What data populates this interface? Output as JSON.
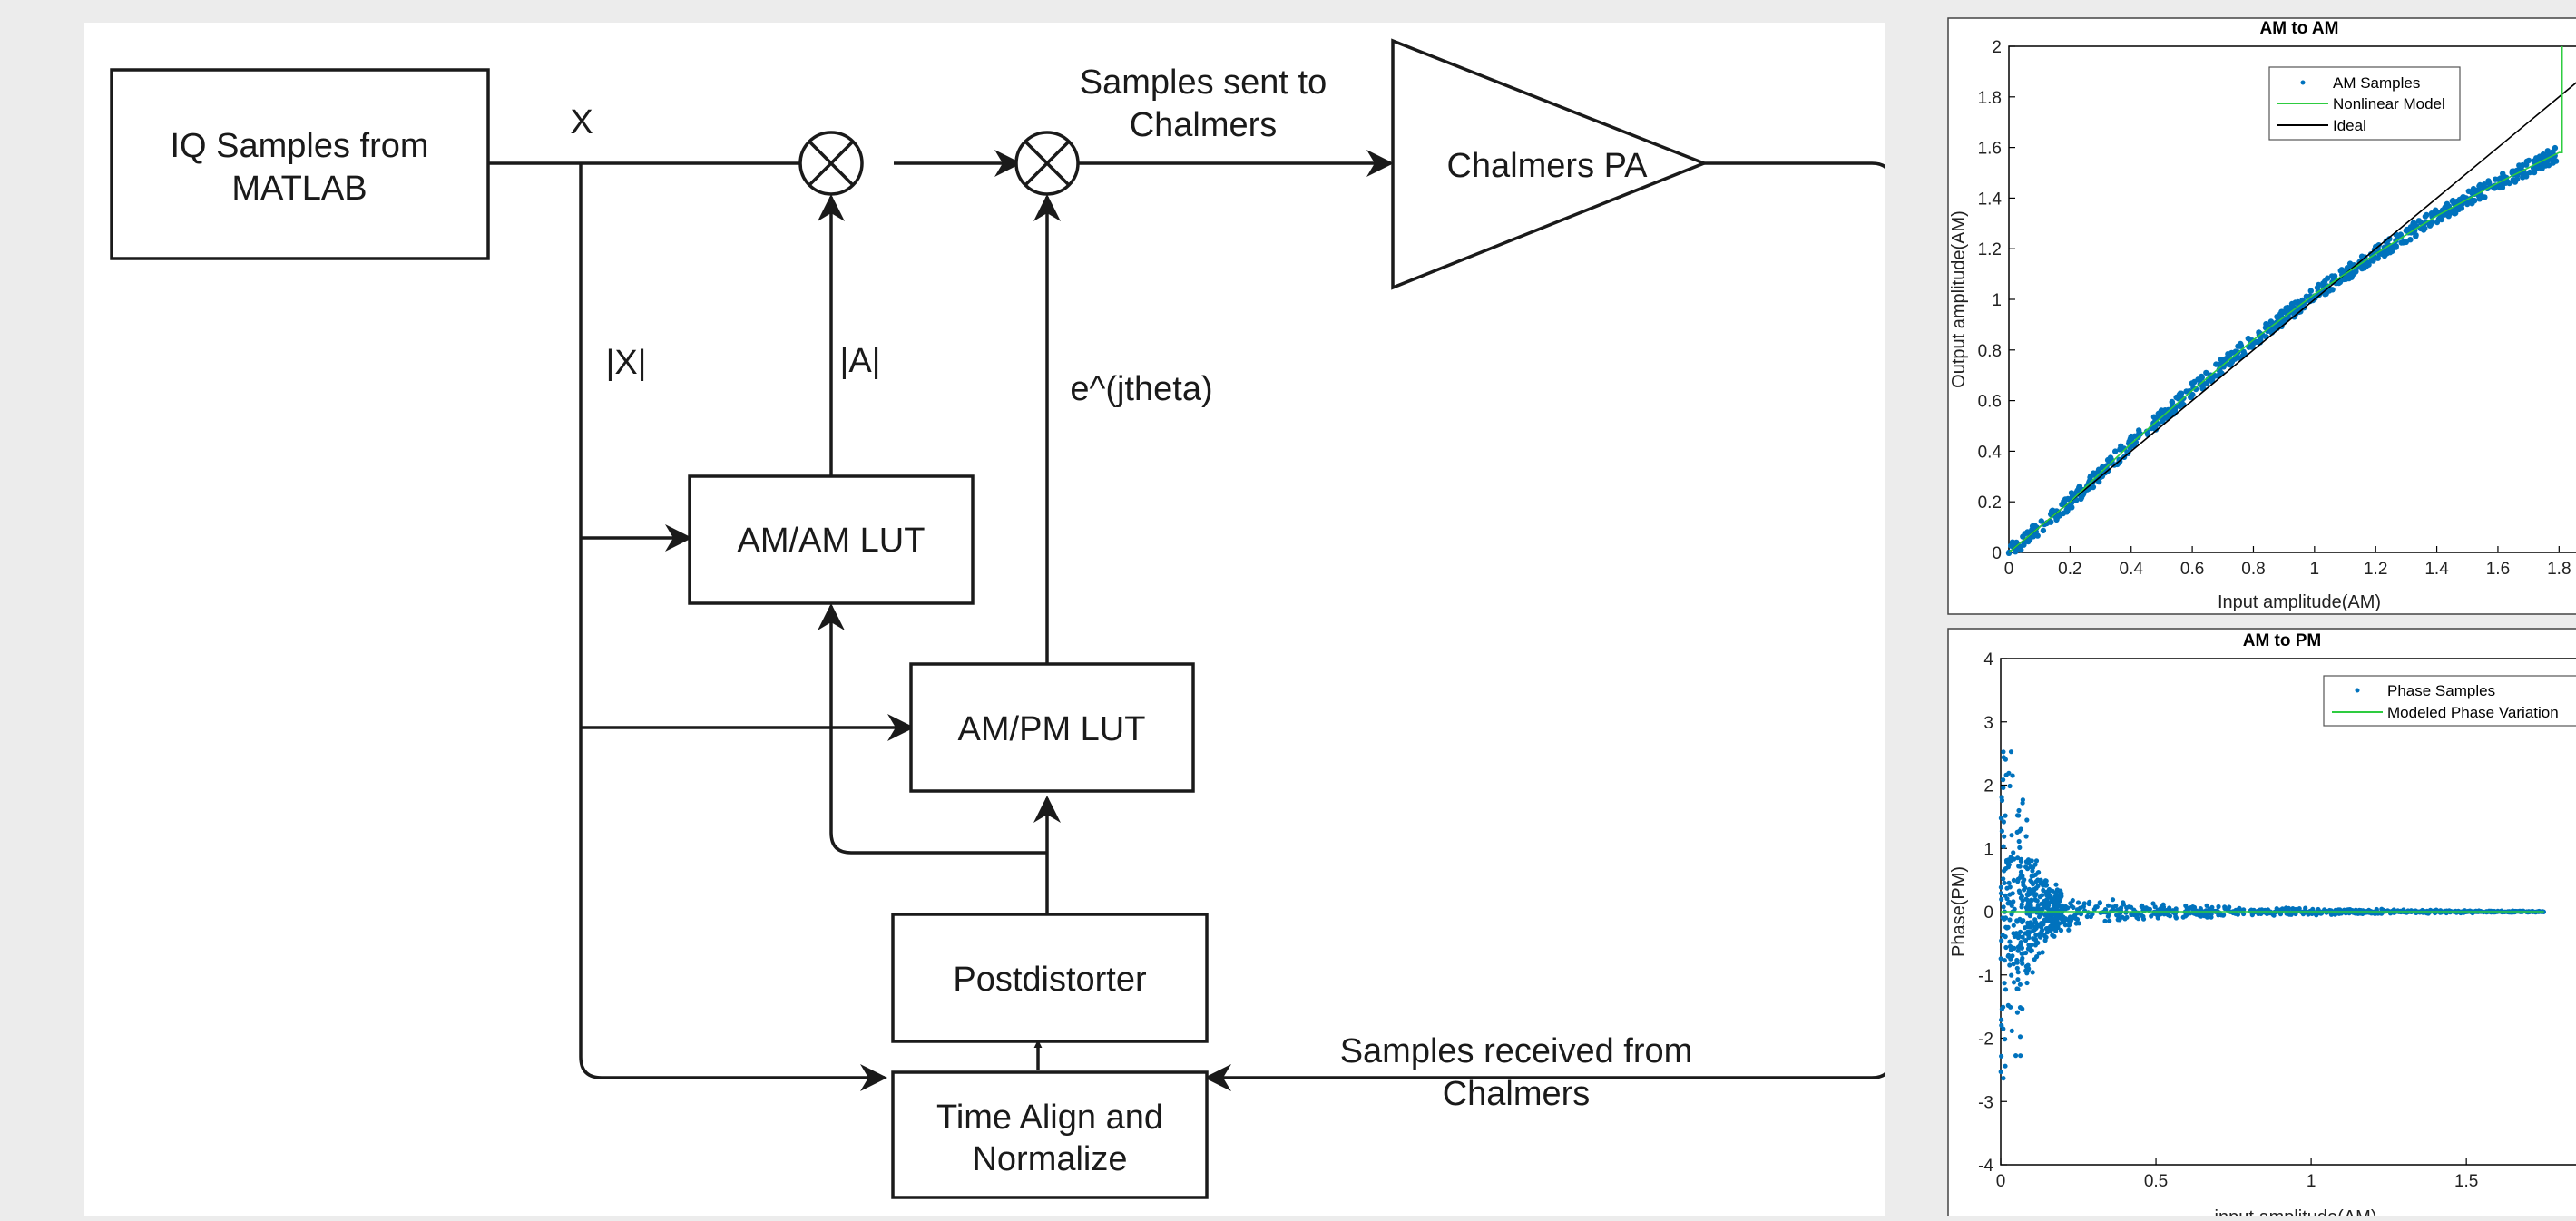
{
  "diagram": {
    "blocks": {
      "iq": [
        "IQ Samples from",
        "MATLAB"
      ],
      "pa": "Chalmers PA",
      "amam": "AM/AM LUT",
      "ampm": "AM/PM LUT",
      "post": "Postdistorter",
      "align": [
        "Time Align and",
        "Normalize"
      ]
    },
    "labels": {
      "x": "X",
      "absx": "|X|",
      "absa": "|A|",
      "ejtheta": "e^(jtheta)",
      "sent": [
        "Samples sent to",
        "Chalmers"
      ],
      "received": [
        "Samples received from",
        "Chalmers"
      ]
    }
  },
  "chart_data": [
    {
      "type": "scatter",
      "title": "AM to AM",
      "xlabel": "Input amplitude(AM)",
      "ylabel": "Output amplitude(AM)",
      "xlim": [
        0,
        1.9
      ],
      "ylim": [
        0,
        2
      ],
      "xticks": [
        "0",
        "0.2",
        "0.4",
        "0.6",
        "0.8",
        "1",
        "1.2",
        "1.4",
        "1.6",
        "1.8"
      ],
      "yticks": [
        "0",
        "0.2",
        "0.4",
        "0.6",
        "0.8",
        "1",
        "1.2",
        "1.4",
        "1.6",
        "1.8",
        "2"
      ],
      "legend_position": "top-right",
      "series": [
        {
          "name": "AM Samples",
          "color": "#0072bd",
          "x": [
            0,
            0.2,
            0.4,
            0.6,
            0.8,
            1.0,
            1.2,
            1.4,
            1.6,
            1.8
          ],
          "y": [
            0,
            0.2,
            0.43,
            0.64,
            0.84,
            1.02,
            1.18,
            1.33,
            1.46,
            1.58
          ]
        },
        {
          "name": "Nonlinear Model",
          "color": "#2ecc40",
          "x": [
            0,
            0.2,
            0.4,
            0.6,
            0.8,
            1.0,
            1.2,
            1.4,
            1.6,
            1.8,
            1.81,
            1.81
          ],
          "y": [
            0,
            0.2,
            0.43,
            0.64,
            0.84,
            1.02,
            1.18,
            1.33,
            1.46,
            1.58,
            1.58,
            2.0
          ]
        },
        {
          "name": "Ideal",
          "color": "#000000",
          "x": [
            0,
            1.9
          ],
          "y": [
            0,
            1.9
          ]
        }
      ]
    },
    {
      "type": "scatter",
      "title": "AM to PM",
      "xlabel": "input amplitude(AM)",
      "ylabel": "Phase(PM)",
      "xlim": [
        0,
        1.9
      ],
      "ylim": [
        -4,
        4
      ],
      "xticks": [
        "0",
        "0.5",
        "1",
        "1.5"
      ],
      "yticks": [
        "-4",
        "-3",
        "-2",
        "-1",
        "0",
        "1",
        "2",
        "3",
        "4"
      ],
      "legend_position": "top-right",
      "series": [
        {
          "name": "Phase Samples",
          "color": "#0072bd",
          "x": [
            0,
            0.02,
            0.05,
            0.08,
            0.1,
            0.15,
            0.2,
            0.3,
            0.5,
            0.8,
            1.0,
            1.3,
            1.6,
            1.75
          ],
          "spread": [
            3.1,
            3.1,
            2.8,
            1.8,
            1.2,
            0.55,
            0.38,
            0.25,
            0.14,
            0.08,
            0.06,
            0.04,
            0.02,
            0.01
          ]
        },
        {
          "name": "Modeled Phase Variation",
          "color": "#2ecc40",
          "x": [
            0,
            1.75
          ],
          "y": [
            0,
            0
          ]
        }
      ]
    }
  ]
}
